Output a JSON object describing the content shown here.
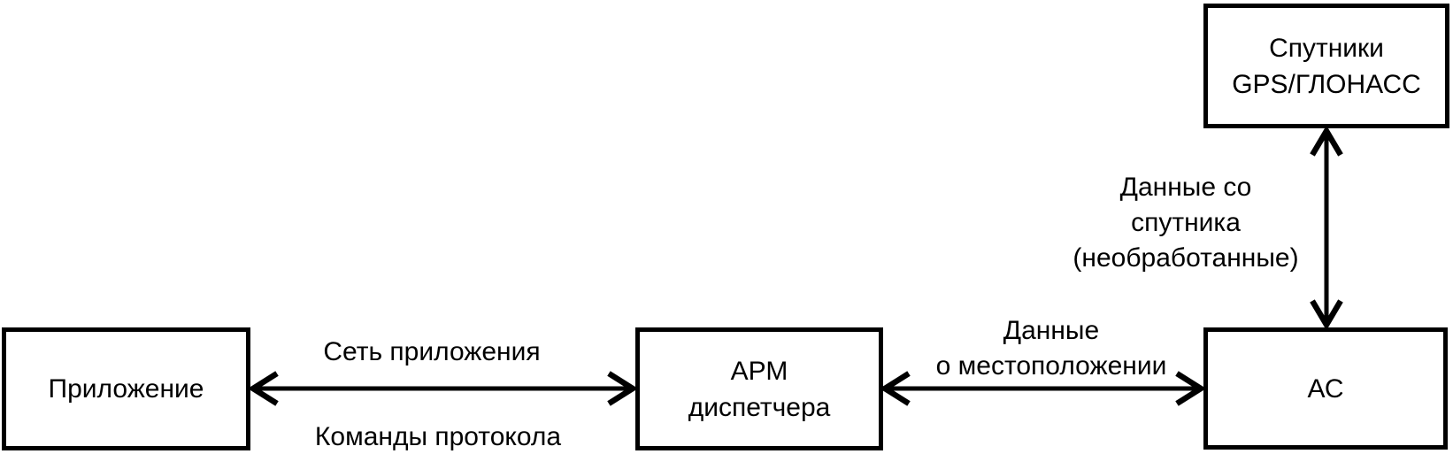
{
  "diagram": {
    "nodes": {
      "satellites": {
        "line1": "Спутники",
        "line2": "GPS/ГЛОНАСС"
      },
      "application": {
        "label": "Приложение"
      },
      "dispatcher_arm": {
        "line1": "АРМ",
        "line2": "диспетчера"
      },
      "as": {
        "label": "АС"
      }
    },
    "edge_labels": {
      "app_arm_top": "Сеть приложения",
      "app_arm_bottom": "Команды протокола",
      "arm_as": {
        "line1": "Данные",
        "line2": "о местоположении"
      },
      "sat_as": {
        "line1": "Данные со",
        "line2": "спутника",
        "line3": "(необработанные)"
      }
    },
    "colors": {
      "line": "#000000",
      "text": "#000000",
      "background": "#ffffff"
    }
  }
}
